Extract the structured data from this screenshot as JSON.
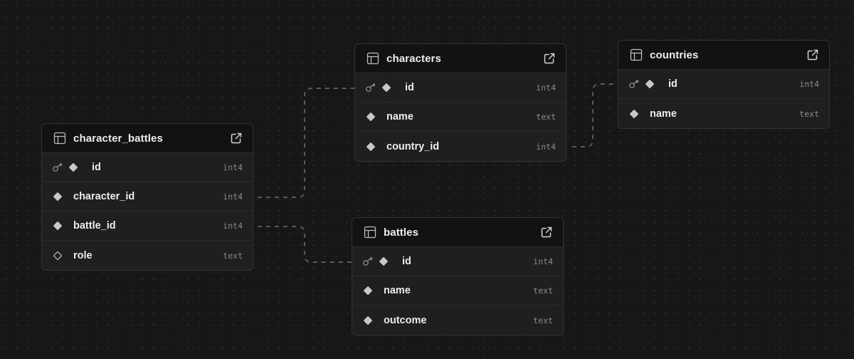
{
  "tables": {
    "character_battles": {
      "title": "character_battles",
      "columns": [
        {
          "name": "id",
          "type": "int4",
          "primary": true,
          "nullable": false
        },
        {
          "name": "character_id",
          "type": "int4",
          "primary": false,
          "nullable": false
        },
        {
          "name": "battle_id",
          "type": "int4",
          "primary": false,
          "nullable": false
        },
        {
          "name": "role",
          "type": "text",
          "primary": false,
          "nullable": true
        }
      ]
    },
    "characters": {
      "title": "characters",
      "columns": [
        {
          "name": "id",
          "type": "int4",
          "primary": true,
          "nullable": false
        },
        {
          "name": "name",
          "type": "text",
          "primary": false,
          "nullable": false
        },
        {
          "name": "country_id",
          "type": "int4",
          "primary": false,
          "nullable": false
        }
      ]
    },
    "countries": {
      "title": "countries",
      "columns": [
        {
          "name": "id",
          "type": "int4",
          "primary": true,
          "nullable": false
        },
        {
          "name": "name",
          "type": "text",
          "primary": false,
          "nullable": false
        }
      ]
    },
    "battles": {
      "title": "battles",
      "columns": [
        {
          "name": "id",
          "type": "int4",
          "primary": true,
          "nullable": false
        },
        {
          "name": "name",
          "type": "text",
          "primary": false,
          "nullable": false
        },
        {
          "name": "outcome",
          "type": "text",
          "primary": false,
          "nullable": false
        }
      ]
    }
  },
  "relationships": [
    {
      "from": "character_battles.character_id",
      "to": "characters.id"
    },
    {
      "from": "character_battles.battle_id",
      "to": "battles.id"
    },
    {
      "from": "characters.country_id",
      "to": "countries.id"
    }
  ],
  "icons": {
    "table": "table-icon",
    "open": "external-link-icon",
    "primary_key": "key-icon",
    "not_null": "filled-diamond-icon",
    "nullable": "hollow-diamond-icon"
  },
  "colors": {
    "background": "#171717",
    "node": "#1f1f1f",
    "header": "#121212",
    "text": "#ededed",
    "muted": "#8b8b8b",
    "edge": "#5a5a5a"
  }
}
